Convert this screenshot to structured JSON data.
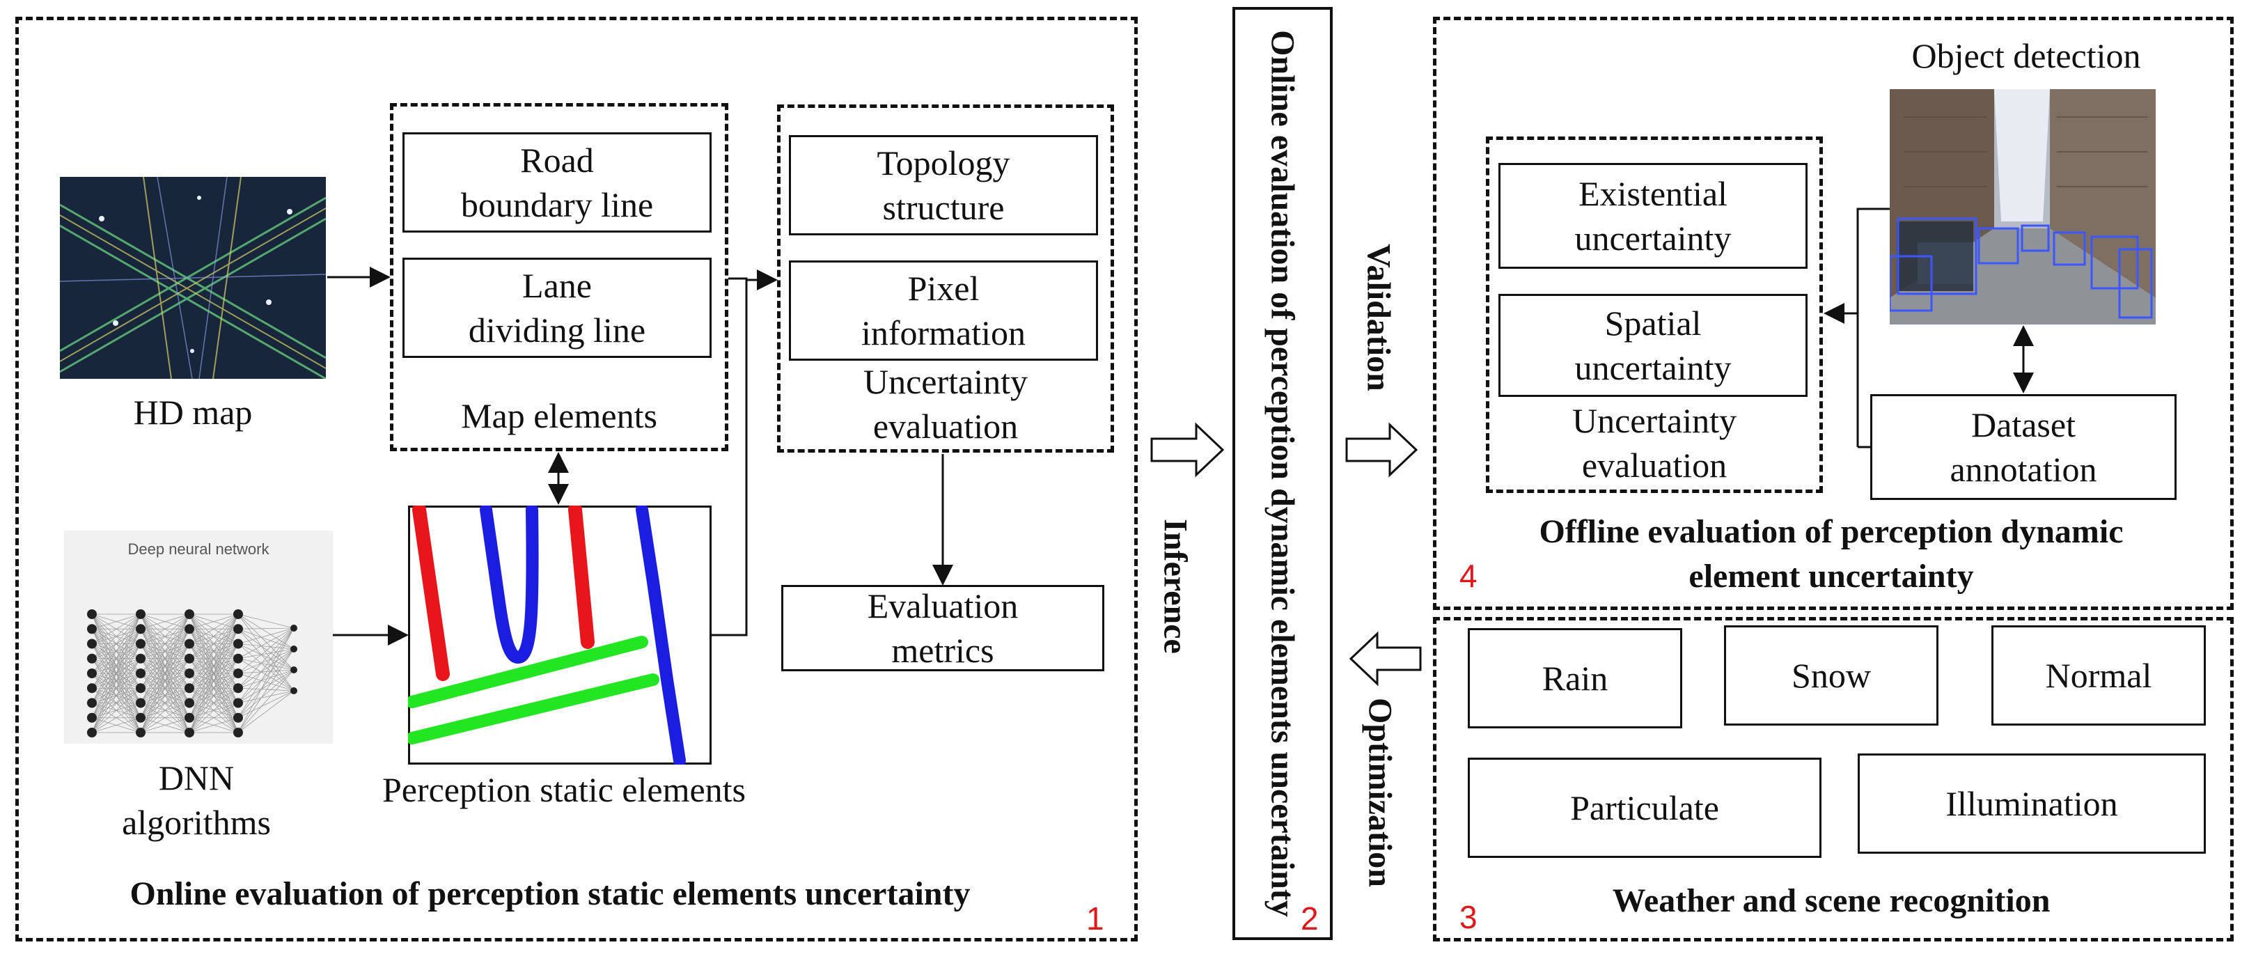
{
  "panel1": {
    "number": "1",
    "title": "Online evaluation of perception static elements uncertainty",
    "hd_map_label": "HD map",
    "dnn_label": "DNN\nalgorithms",
    "dnn_image_title": "Deep neural network",
    "map_elements": {
      "road_boundary": "Road\nboundary line",
      "lane_dividing": "Lane\ndividing line",
      "caption": "Map elements"
    },
    "uncertainty": {
      "topology": "Topology\nstructure",
      "pixel": "Pixel\ninformation",
      "caption": "Uncertainty\nevaluation"
    },
    "metrics": "Evaluation\nmetrics",
    "perception_caption": "Perception static elements"
  },
  "panel2": {
    "number": "2",
    "title": "Online evaluation of perception dynamic elements uncertainty"
  },
  "arrows": {
    "inference": "Inference",
    "validation": "Validation",
    "optimization": "Optimization"
  },
  "panel4": {
    "number": "4",
    "title": "Offline evaluation of perception dynamic\nelement uncertainty",
    "existential": "Existential\nuncertainty",
    "spatial": "Spatial\nuncertainty",
    "caption": "Uncertainty\nevaluation",
    "object_detection": "Object detection",
    "dataset": "Dataset\nannotation"
  },
  "panel3": {
    "number": "3",
    "title": "Weather and scene recognition",
    "items": [
      "Rain",
      "Snow",
      "Normal",
      "Particulate",
      "Illumination"
    ]
  },
  "colors": {
    "red": "#e8151b",
    "blue": "#1b1de0",
    "green": "#22e622",
    "number_red": "#e0181b"
  },
  "icons": {
    "hd_map": "hd-map-image",
    "dnn": "neural-network-image",
    "street": "street-scene-image"
  }
}
